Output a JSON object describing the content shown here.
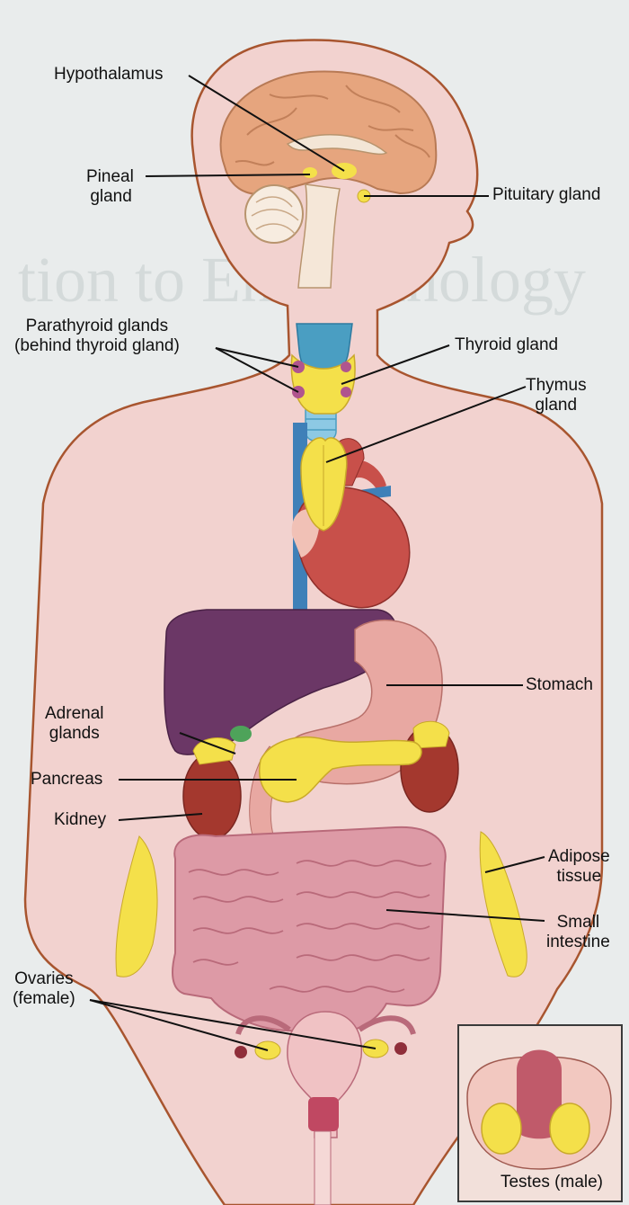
{
  "labels": {
    "hypothalamus": "Hypothalamus",
    "pineal_1": "Pineal",
    "pineal_2": "gland",
    "pituitary": "Pituitary gland",
    "parathyroid_1": "Parathyroid glands",
    "parathyroid_2": "(behind thyroid gland)",
    "thyroid": "Thyroid gland",
    "thymus_1": "Thymus",
    "thymus_2": "gland",
    "stomach": "Stomach",
    "adrenal_1": "Adrenal",
    "adrenal_2": "glands",
    "pancreas": "Pancreas",
    "kidney": "Kidney",
    "adipose_1": "Adipose",
    "adipose_2": "tissue",
    "small_intestine_1": "Small",
    "small_intestine_2": "intestine",
    "ovaries_1": "Ovaries",
    "ovaries_2": "(female)",
    "testes": "Testes (male)"
  },
  "colors": {
    "background": "#e9ecec",
    "skin": "#f2d2cf",
    "skin_outline": "#a8552f",
    "brain": "#e6a57e",
    "gland_yellow": "#f4e04a",
    "liver": "#6b3766",
    "heart": "#c8504a",
    "kidney": "#a4382e",
    "intestine": "#dd9aa6",
    "thyroid_blue": "#4a9ec2",
    "vein_blue": "#3f80b8",
    "leader_line": "#111111"
  }
}
